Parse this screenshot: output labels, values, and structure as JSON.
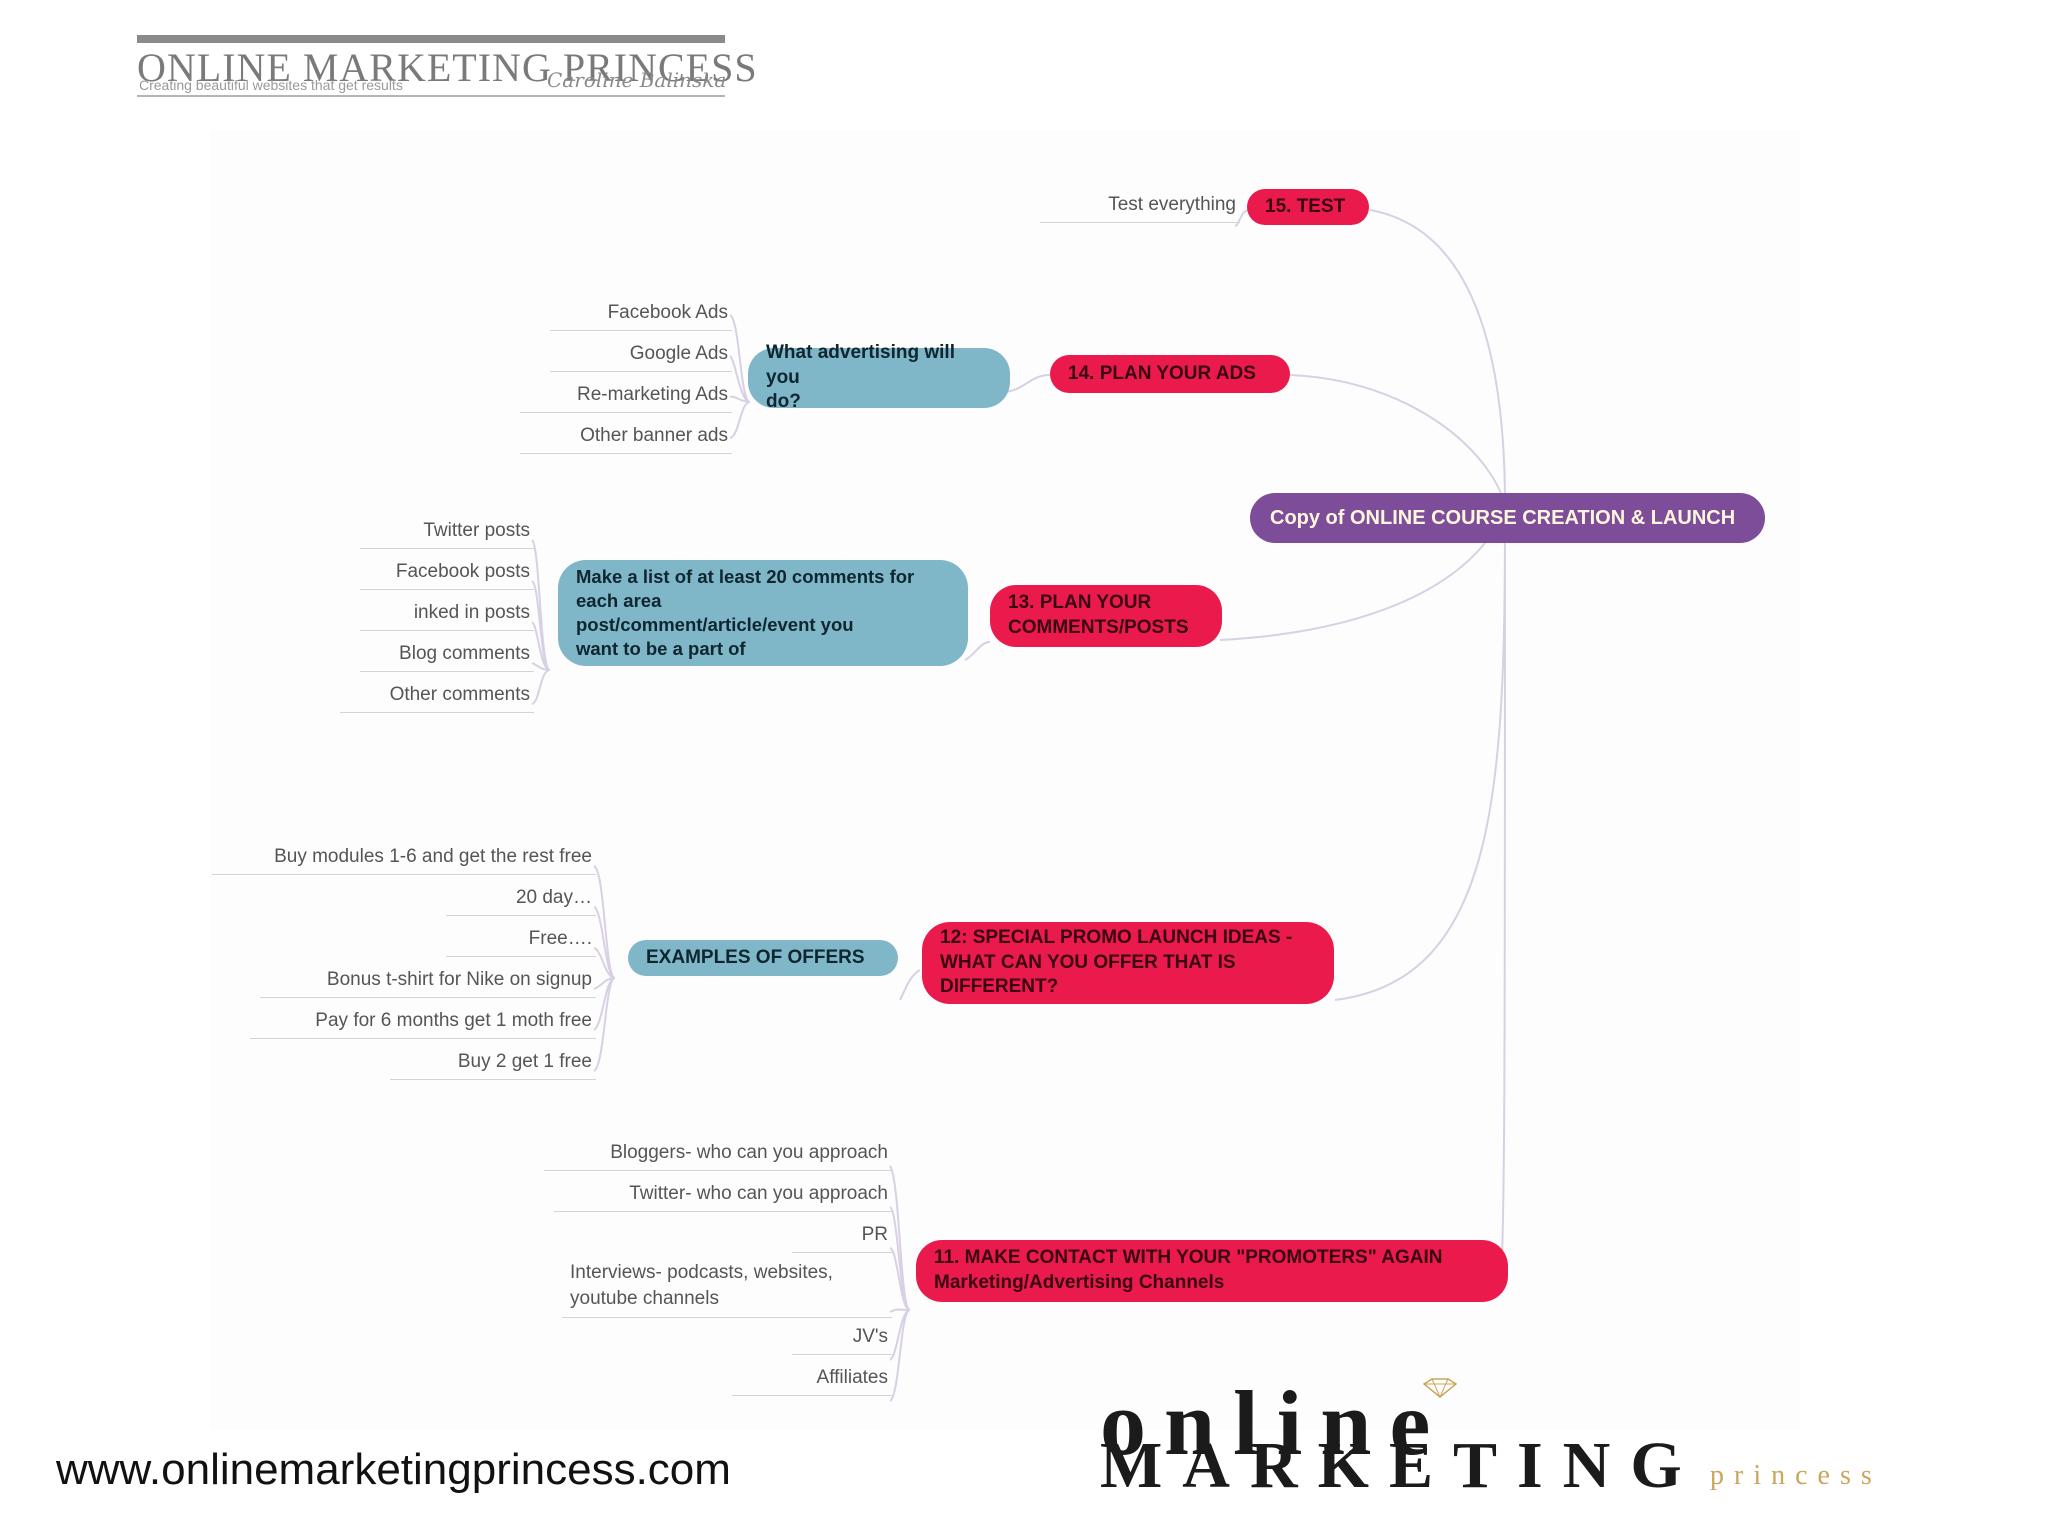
{
  "header": {
    "logo_name": "ONLINE MARKETING PRINCESS",
    "logo_tagline": "Creating beautiful websites that get results",
    "logo_signature": "Caroline Balinska"
  },
  "mindmap": {
    "central": "Copy of ONLINE COURSE CREATION & LAUNCH",
    "branches": {
      "b15": {
        "label": "15. TEST",
        "leaves": [
          "Test everything"
        ]
      },
      "b14": {
        "label": "14. PLAN YOUR ADS",
        "sub": [
          "What advertising will you",
          "do?"
        ],
        "leaves": [
          "Facebook Ads",
          "Google Ads",
          "Re-marketing Ads",
          "Other banner ads"
        ]
      },
      "b13": {
        "label": [
          "13. PLAN YOUR",
          "COMMENTS/POSTS"
        ],
        "sub": [
          "Make a list of at least 20 comments for",
          "each area",
          "post/comment/article/event you",
          "want to be a part of"
        ],
        "leaves": [
          "Twitter posts",
          "Facebook posts",
          "inked in posts",
          "Blog comments",
          "Other  comments"
        ]
      },
      "b12": {
        "label": [
          "12: SPECIAL PROMO LAUNCH IDEAS -",
          "WHAT CAN YOU OFFER THAT IS",
          "DIFFERENT?"
        ],
        "sub": "EXAMPLES OF OFFERS",
        "leaves": [
          "Buy modules 1-6 and get the rest free",
          "20 day…",
          "Free….",
          "Bonus t-shirt for Nike on signup",
          "Pay for 6 months get 1 moth free",
          "Buy 2 get 1 free"
        ]
      },
      "b11": {
        "label": [
          "11. MAKE CONTACT WITH YOUR \"PROMOTERS\" AGAIN",
          "Marketing/Advertising Channels"
        ],
        "leaves": [
          "Bloggers- who can you approach",
          "Twitter- who can you approach",
          "PR",
          "Interviews- podcasts, websites,",
          "youtube channels",
          "JV's",
          "Affiliates"
        ]
      }
    },
    "colors": {
      "branch": "#ea1b4c",
      "sub": "#7fb6c8",
      "central": "#7d4d9a",
      "connector": "#d8d0e4"
    }
  },
  "footer": {
    "url": "www.onlinemarketingprincess.com",
    "logo_word1": "online",
    "logo_word2": "MARKETING",
    "logo_word3": "princess"
  }
}
